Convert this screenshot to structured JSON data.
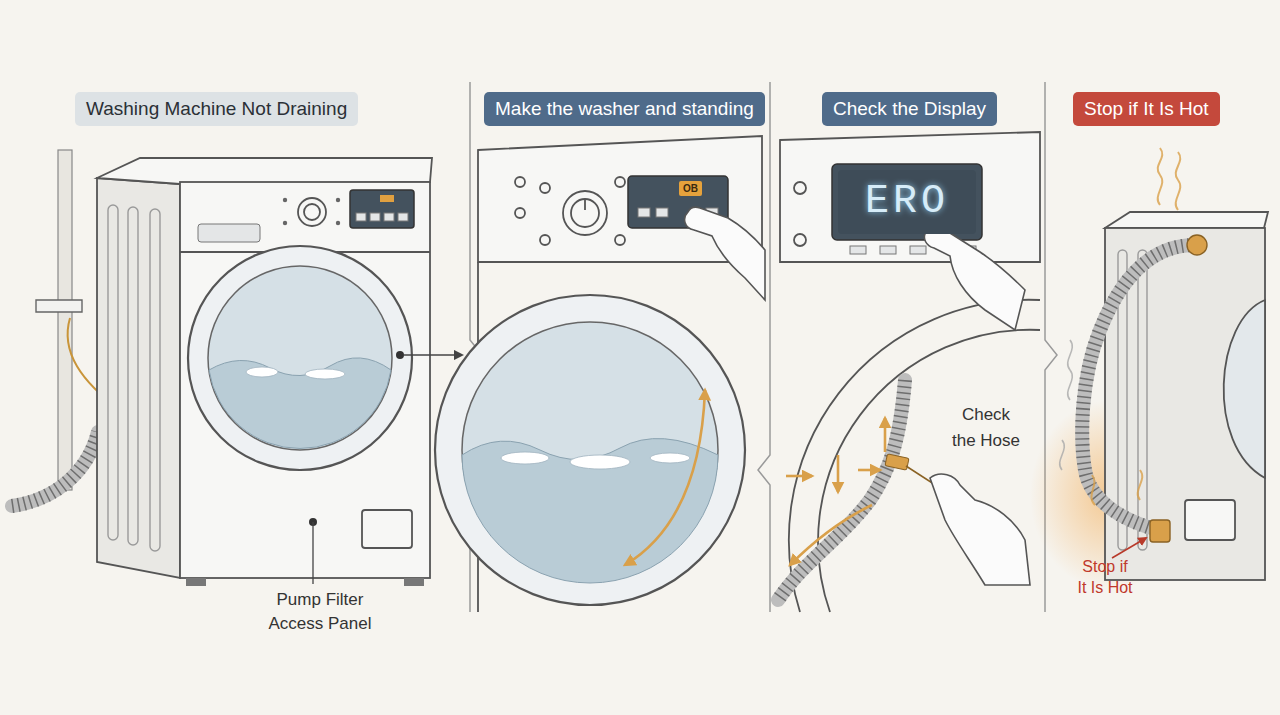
{
  "diagram": {
    "nodes": [
      {
        "text": [
          "Washing Machine Not Draining"
        ]
      },
      {
        "text": [
          "Make the washer and standing"
        ]
      },
      {
        "text": [
          "Check the Display"
        ]
      },
      {
        "text": [
          "Stop if It Is Hot"
        ]
      },
      {
        "text": [
          "OB"
        ]
      },
      {
        "text": [
          "ERO"
        ]
      }
    ],
    "labels": [
      "Pump Filter Access Panel",
      "Check the Hose",
      "Stop if It Is Hot"
    ]
  }
}
